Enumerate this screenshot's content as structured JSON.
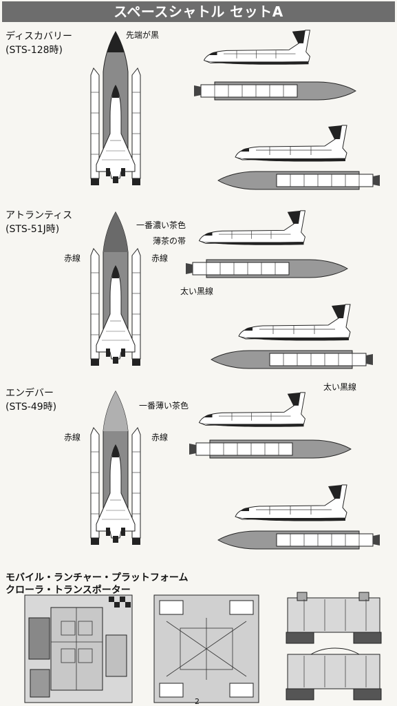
{
  "header": {
    "title": "スペースシャトル セットA"
  },
  "sections": [
    {
      "name": "ディスカバリー",
      "mission": "(STS-128時)",
      "labels": {
        "top": "先端が黒"
      }
    },
    {
      "name": "アトランティス",
      "mission": "(STS-51J時)",
      "labels": {
        "top": "一番濃い茶色",
        "band": "薄茶の帯",
        "left": "赤線",
        "right": "赤線",
        "thick1": "太い黒線",
        "thick2": "太い黒線"
      }
    },
    {
      "name": "エンデバー",
      "mission": "(STS-49時)",
      "labels": {
        "top": "一番薄い茶色",
        "left": "赤線",
        "right": "赤線"
      }
    }
  ],
  "bottom": {
    "title1": "モバイル・ランチャー・プラットフォーム",
    "title2": "クローラ・トランスポーター"
  },
  "page_number": "2"
}
